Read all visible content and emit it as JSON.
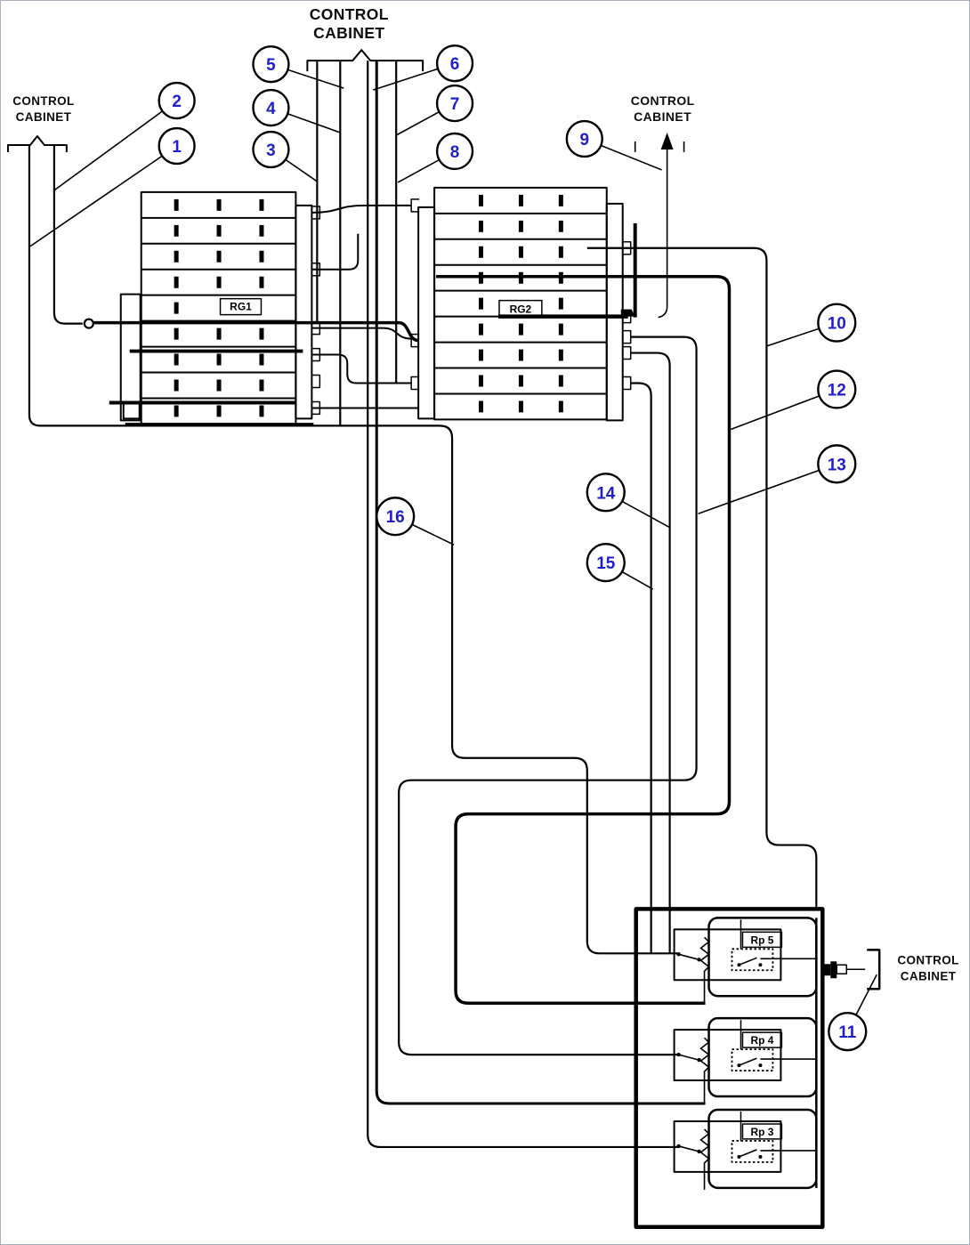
{
  "diagram": {
    "cabinet_labels": {
      "top_center": {
        "line1": "CONTROL",
        "line2": "CABINET"
      },
      "top_left": {
        "line1": "CONTROL",
        "line2": "CABINET"
      },
      "top_right": {
        "line1": "CONTROL",
        "line2": "CABINET"
      },
      "bottom_right": {
        "line1": "CONTROL",
        "line2": "CABINET"
      }
    },
    "callouts": [
      {
        "number": "1"
      },
      {
        "number": "2"
      },
      {
        "number": "3"
      },
      {
        "number": "4"
      },
      {
        "number": "5"
      },
      {
        "number": "6"
      },
      {
        "number": "7"
      },
      {
        "number": "8"
      },
      {
        "number": "9"
      },
      {
        "number": "10"
      },
      {
        "number": "11"
      },
      {
        "number": "12"
      },
      {
        "number": "13"
      },
      {
        "number": "14"
      },
      {
        "number": "15"
      },
      {
        "number": "16"
      }
    ],
    "components": {
      "grid1_label": "RG1",
      "grid2_label": "RG2",
      "relays": [
        "Rp 5",
        "Rp 4",
        "Rp 3"
      ]
    },
    "colors": {
      "callout_number": "#1f1fcc",
      "line": "#000000",
      "background": "#ffffff",
      "page_border": "#a8b0bc"
    }
  }
}
